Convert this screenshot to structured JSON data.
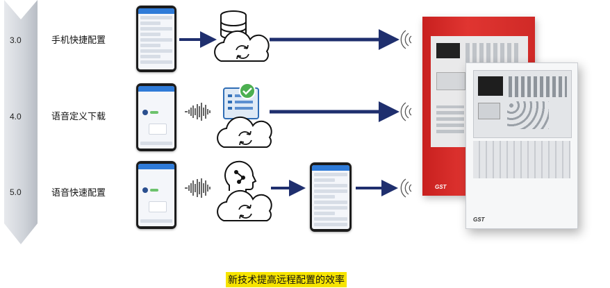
{
  "steps": [
    {
      "version": "3.0",
      "label": "手机快捷配置"
    },
    {
      "version": "4.0",
      "label": "语音定义下载"
    },
    {
      "version": "5.0",
      "label": "语音快速配置"
    }
  ],
  "caption": "新技术提高远程配置的效率",
  "panel": {
    "brand": "GST"
  },
  "colors": {
    "arrow": "#1f2f6e",
    "highlight": "#f6e400",
    "panel_red": "#d92b28",
    "check": "#4caf50"
  },
  "icons": [
    "database-icon",
    "cloud-sync-icon",
    "document-check-icon",
    "ai-head-icon",
    "wireless-signal-icon",
    "sound-wave-icon"
  ]
}
